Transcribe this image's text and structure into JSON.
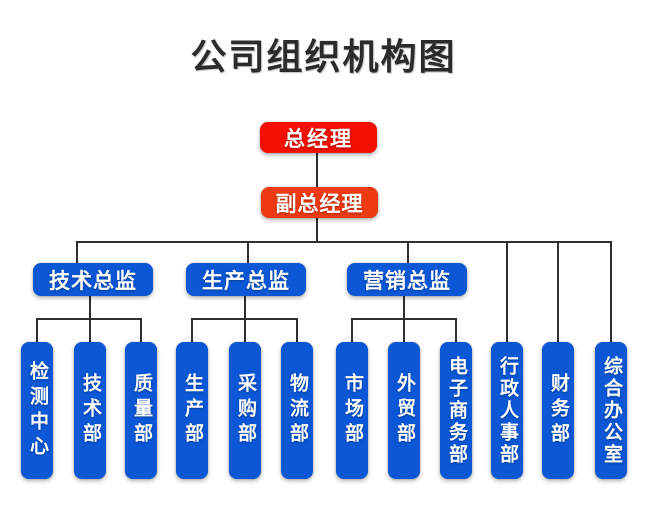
{
  "title": "公司组织机构图",
  "colors": {
    "manager_red": "#f30f02",
    "deputy_red": "#ee3a12",
    "node_blue": "#0b57d6",
    "line": "#2f2f2f",
    "text_white": "#ffffff",
    "title_black": "#2b2b2b"
  },
  "org": {
    "root": {
      "label": "总经理"
    },
    "deputy": {
      "label": "副总经理"
    },
    "directors": [
      {
        "label": "技术总监",
        "departments": [
          "检测中心",
          "技术部",
          "质量部"
        ]
      },
      {
        "label": "生产总监",
        "departments": [
          "生产部",
          "采购部",
          "物流部"
        ]
      },
      {
        "label": "营销总监",
        "departments": [
          "市场部",
          "外贸部",
          "电子商务部"
        ]
      }
    ],
    "direct_departments": [
      "行政人事部",
      "财务部",
      "综合办公室"
    ]
  }
}
